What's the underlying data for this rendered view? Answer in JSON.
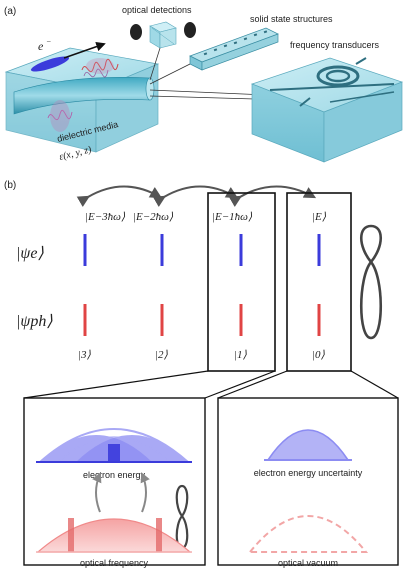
{
  "panel_a": {
    "label": "(a)",
    "optical_detections": "optical detections",
    "solid_state_structures": "solid state structures",
    "frequency_transducers": "frequency transducers",
    "electron_symbol": "e",
    "electron_superscript": "−",
    "dielectric_media": "dielectric media",
    "epsilon": "ε(x, y, z)"
  },
  "panel_b": {
    "label": "(b)",
    "psi_e": "|ψe⟩",
    "psi_ph": "|ψph⟩",
    "electron_states": [
      "|E−3ħω⟩",
      "|E−2ħω⟩",
      "|E−1ħω⟩",
      "|E⟩"
    ],
    "photon_states": [
      "|3⟩",
      "|2⟩",
      "|1⟩",
      "|0⟩"
    ],
    "electron_color": "#3b3bdb",
    "photon_color": "#e04444"
  },
  "insets": {
    "left": {
      "electron_energy": "electron energy",
      "optical_frequency": "optical frequency"
    },
    "right": {
      "electron_energy_uncertainty": "electron energy uncertainty",
      "optical_vacuum": "optical vacuum"
    }
  }
}
